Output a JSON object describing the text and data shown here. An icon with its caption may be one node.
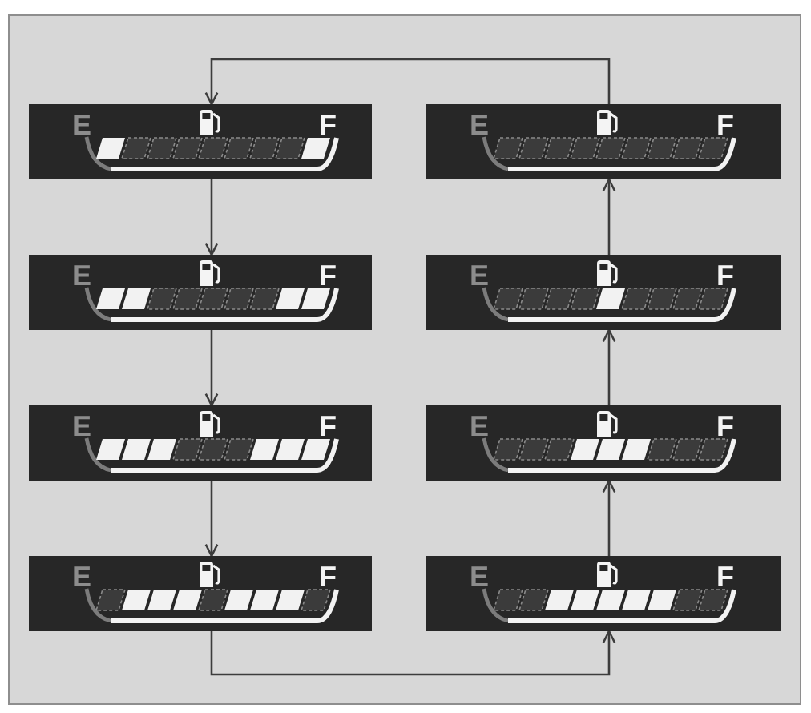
{
  "diagram": {
    "nodes": [
      {
        "text": [
          "E",
          "F"
        ]
      },
      {
        "text": [
          "E",
          "F"
        ]
      },
      {
        "text": [
          "E",
          "F"
        ]
      },
      {
        "text": [
          "E",
          "F"
        ]
      },
      {
        "text": [
          "E",
          "F"
        ]
      },
      {
        "text": [
          "E",
          "F"
        ]
      },
      {
        "text": [
          "E",
          "F"
        ]
      },
      {
        "text": [
          "E",
          "F"
        ]
      }
    ],
    "edges": [
      {
        "from": 0,
        "to": 2,
        "arrow": "to"
      },
      {
        "from": 2,
        "to": 4,
        "arrow": "to"
      },
      {
        "from": 4,
        "to": 6,
        "arrow": "to"
      },
      {
        "from": 6,
        "to": 7,
        "arrow": "to"
      },
      {
        "from": 7,
        "to": 5,
        "arrow": "to"
      },
      {
        "from": 5,
        "to": 3,
        "arrow": "to"
      },
      {
        "from": 3,
        "to": 1,
        "arrow": "to"
      },
      {
        "from": 1,
        "to": 0,
        "arrow": "to"
      }
    ]
  }
}
